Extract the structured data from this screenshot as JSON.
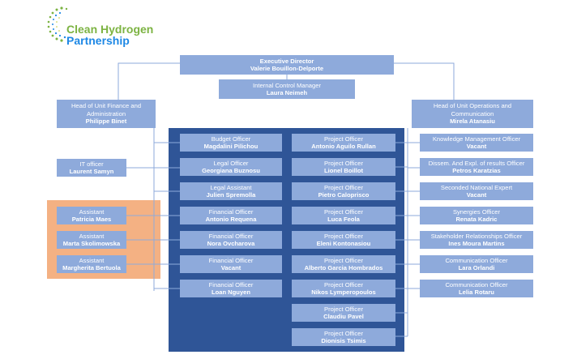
{
  "logo": {
    "line1": "Clean Hydrogen",
    "line2": "Partnership"
  },
  "top": {
    "executive": {
      "role": "Executive Director",
      "name": "Valerie Bouillon-Delporte"
    },
    "internal_control": {
      "role": "Internal Control Manager",
      "name": "Laura Neimeh"
    }
  },
  "heads": {
    "finance": {
      "role": "Head of Unit Finance and Administration",
      "name": "Philippe Binet"
    },
    "operations": {
      "role": "Head of Unit Operations and Communication",
      "name": "Mirela Atanasiu"
    }
  },
  "left_side": [
    {
      "role": "IT officer",
      "name": "Laurent Samyn"
    }
  ],
  "assistants": [
    {
      "role": "Assistant",
      "name": "Patricia Maes"
    },
    {
      "role": "Assistant",
      "name": "Marta Skolimowska"
    },
    {
      "role": "Assistant",
      "name": "Margherita Bertuola"
    }
  ],
  "finance_column": [
    {
      "role": "Budget Officer",
      "name": "Magdalini Pilichou"
    },
    {
      "role": "Legal Officer",
      "name": "Georgiana Buznosu"
    },
    {
      "role": "Legal Assistant",
      "name": "Julien Spremolla"
    },
    {
      "role": "Financial Officer",
      "name": "Antonio Requena"
    },
    {
      "role": "Financial Officer",
      "name": "Nora Ovcharova"
    },
    {
      "role": "Financial Officer",
      "name": "Vacant"
    },
    {
      "role": "Financial Officer",
      "name": "Loan Nguyen"
    }
  ],
  "project_column": [
    {
      "role": "Project Officer",
      "name": "Antonio Aguilo Rullan"
    },
    {
      "role": "Project Officer",
      "name": "Lionel Boillot"
    },
    {
      "role": "Project Officer",
      "name": "Pietro Caloprisco"
    },
    {
      "role": "Project Officer",
      "name": "Luca Feola"
    },
    {
      "role": "Project Officer",
      "name": "Eleni Kontonasiou"
    },
    {
      "role": "Project Officer",
      "name": "Alberto Garcia Hombrados"
    },
    {
      "role": "Project Officer",
      "name": "Nikos Lymperopoulos"
    },
    {
      "role": "Project Officer",
      "name": "Claudiu Pavel"
    },
    {
      "role": "Project Officer",
      "name": "Dionisis Tsimis"
    }
  ],
  "operations_column": [
    {
      "role": "Knowledge Management Officer",
      "name": "Vacant"
    },
    {
      "role": "Dissem. And Expl. of results Officer",
      "name": "Petros Karatzias"
    },
    {
      "role": "Seconded National Expert",
      "name": "Vacant"
    },
    {
      "role": "Synergies Officer",
      "name": "Renata Kadric"
    },
    {
      "role": "Stakeholder Relationships Officer",
      "name": "Ines Moura Martins"
    },
    {
      "role": "Communication Officer",
      "name": "Lara Orlandi"
    },
    {
      "role": "Communication Officer",
      "name": "Lelia Rotaru"
    }
  ],
  "colors": {
    "box": "#8eaadb",
    "panel": "#2f5597",
    "assistant_highlight": "#f4b183",
    "connector": "#8eaadb",
    "logo_green": "#7cb342",
    "logo_blue": "#1e88e5"
  }
}
